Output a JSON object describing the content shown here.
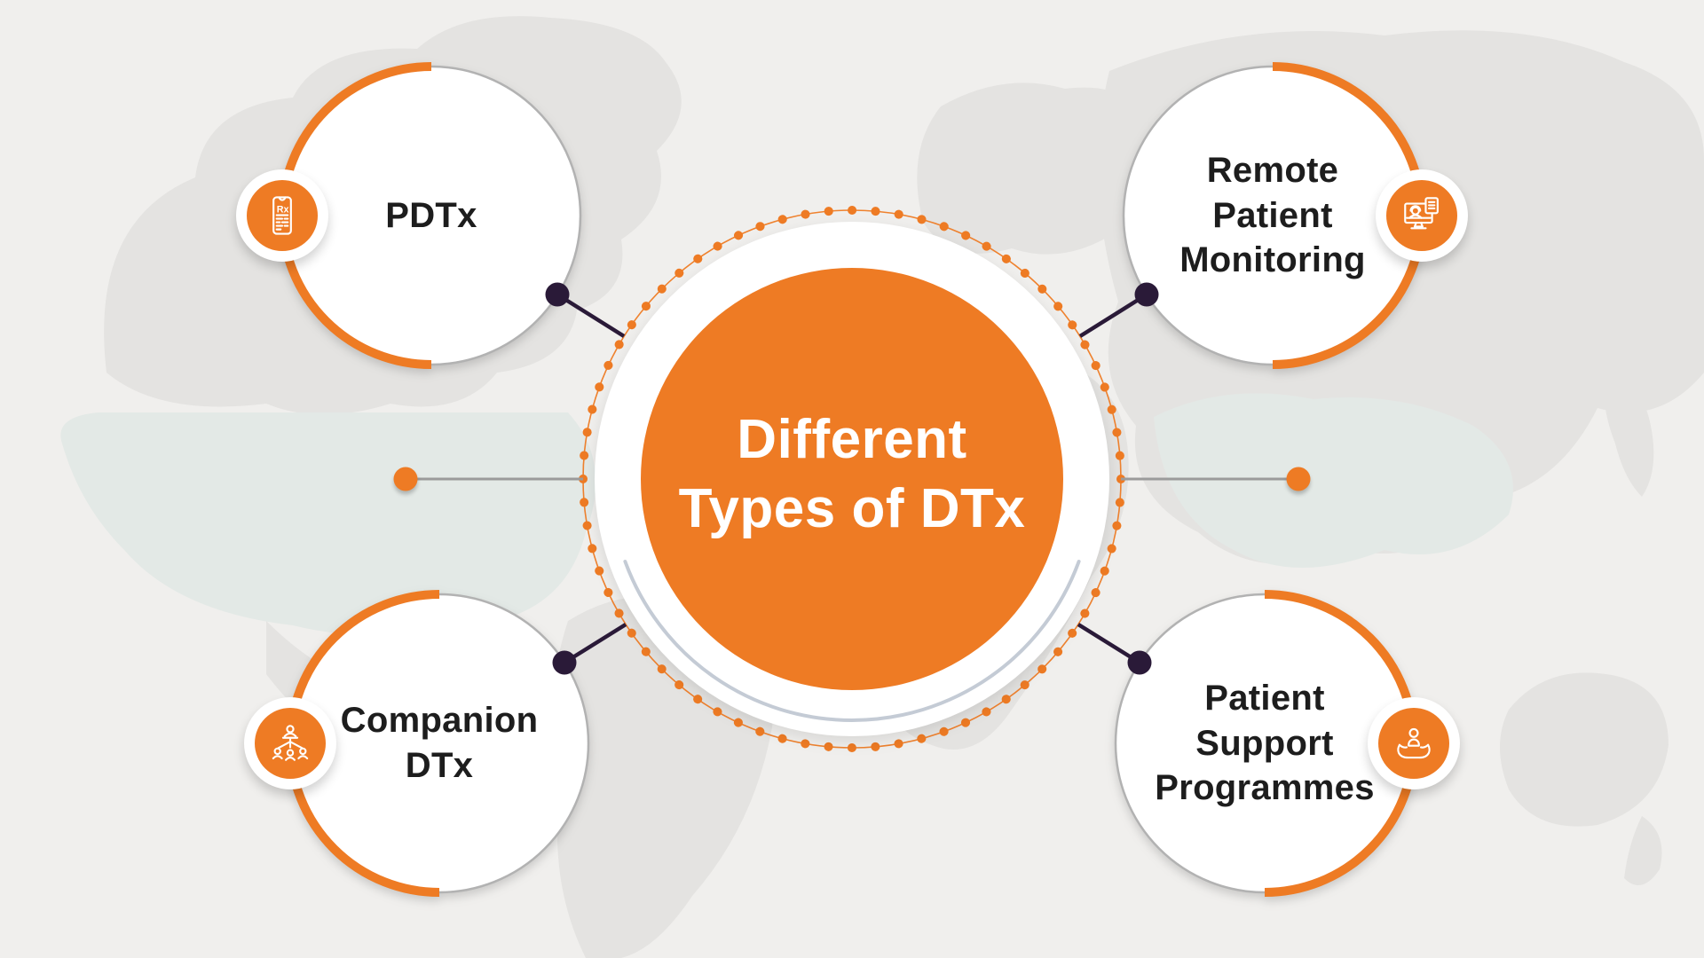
{
  "center": {
    "title": "Different\nTypes of DTx"
  },
  "nodes": [
    {
      "id": "pdtx",
      "label": "PDTx",
      "icon": "rx-phone-icon"
    },
    {
      "id": "remote-patient-monitoring",
      "label": "Remote\nPatient\nMonitoring",
      "icon": "remote-monitoring-icon"
    },
    {
      "id": "companion-dtx",
      "label": "Companion\nDTx",
      "icon": "people-network-icon"
    },
    {
      "id": "patient-support-programmes",
      "label": "Patient\nSupport\nProgrammes",
      "icon": "caring-hands-icon"
    }
  ],
  "colors": {
    "accent_orange": "#EE7B24",
    "connector_navy": "#2A1A38",
    "label_dark": "#1D1D1D",
    "ring_gray": "#B2B2B2",
    "arc_gray": "#C4CBD5",
    "background": "#F0EFED",
    "map_land": "#E4E3E1",
    "map_tint": "#E3E9E6"
  }
}
